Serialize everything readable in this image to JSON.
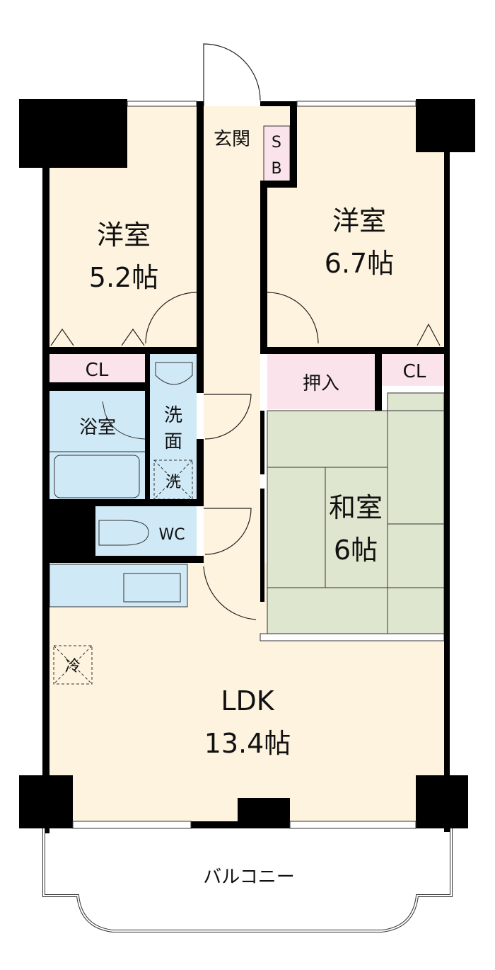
{
  "rooms": {
    "western1": {
      "name": "洋室",
      "size": "5.2帖"
    },
    "western2": {
      "name": "洋室",
      "size": "6.7帖"
    },
    "japanese": {
      "name": "和室",
      "size": "6帖"
    },
    "ldk": {
      "name": "LDK",
      "size": "13.4帖"
    },
    "entrance": "玄関",
    "shoe_box": [
      "S",
      "B"
    ],
    "closet_left": "CL",
    "closet_right": "CL",
    "oshiire": "押入",
    "bath": "浴室",
    "washroom": [
      "洗",
      "面"
    ],
    "laundry": "洗",
    "toilet": "WC",
    "fridge": "冷",
    "balcony": "バルコニー"
  },
  "colors": {
    "floor": "#fdf3de",
    "closet": "#fbe3ec",
    "wet": "#cfe9f6",
    "tatami": "#dfe6d0",
    "wall": "#000000"
  }
}
